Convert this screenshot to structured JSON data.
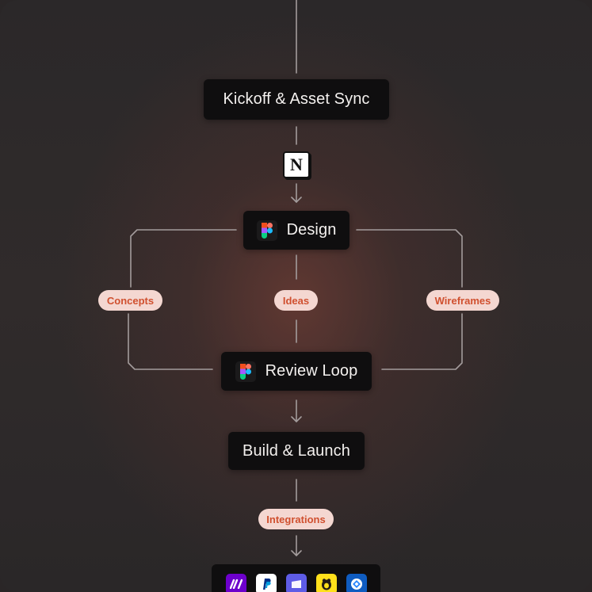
{
  "nodes": {
    "kickoff": "Kickoff & Asset Sync",
    "design": "Design",
    "review": "Review Loop",
    "build": "Build & Launch"
  },
  "labels": {
    "concepts": "Concepts",
    "ideas": "Ideas",
    "wireframes": "Wireframes",
    "integrations": "Integrations"
  },
  "icons": {
    "notion": "notion-icon",
    "figma": "figma-icon",
    "apps": [
      "make-icon",
      "paypal-icon",
      "linear-icon",
      "mailchimp-icon",
      "jira-icon"
    ]
  },
  "colors": {
    "node_bg": "#0f0e0f",
    "pill_bg": "#f4d7d1",
    "pill_text": "#d0502f",
    "connector": "#9a9394"
  }
}
